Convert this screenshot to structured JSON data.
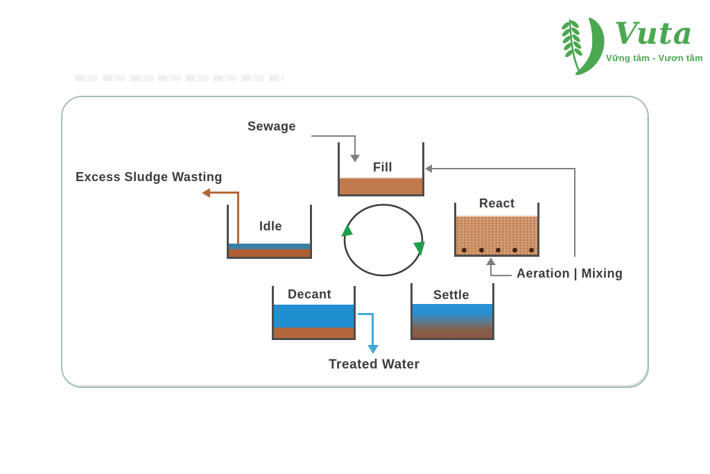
{
  "logo": {
    "brand": "Vuta",
    "tagline": "Vững tâm - Vươn tầm",
    "brand_color": "#4ba750"
  },
  "diagram": {
    "labels": {
      "sewage": "Sewage",
      "fill": "Fill",
      "excess_sludge": "Excess Sludge Wasting",
      "idle": "Idle",
      "react": "React",
      "aeration_mixing": "Aeration | Mixing",
      "settle": "Settle",
      "decant": "Decant",
      "treated_water": "Treated Water"
    },
    "colors": {
      "tank_wall": "#4d4d4d",
      "sludge_brown": "#c07a4d",
      "react_sludge": "#d29a70",
      "water_blue": "#1f8fd2",
      "idle_water_blue": "#3c80a8",
      "connector_gray": "#7f7f7f",
      "sludge_arrow_brown": "#b5663c",
      "treated_water_blue": "#45a8dc",
      "cycle_arrow_green": "#1f9e4c",
      "panel_border_green": "#a4c2b2",
      "label_text": "#3b3b3b"
    }
  }
}
